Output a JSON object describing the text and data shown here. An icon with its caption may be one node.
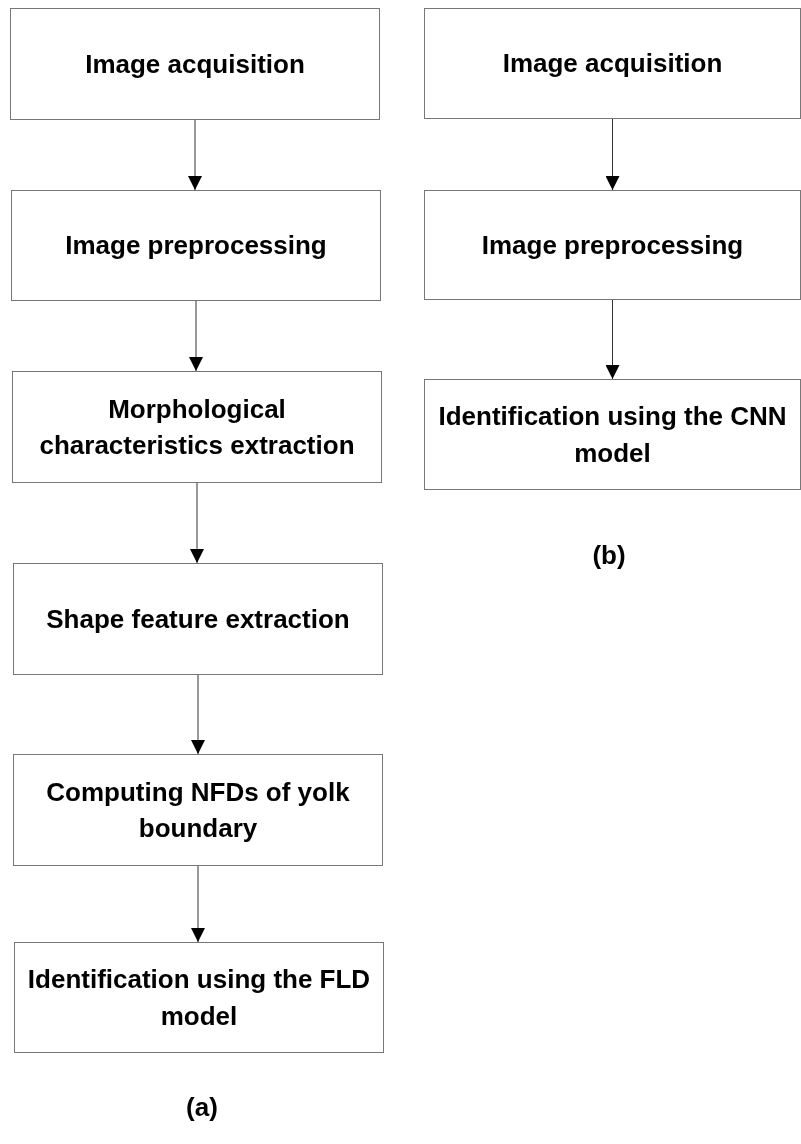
{
  "diagram": {
    "nodes": [
      {
        "text": [
          "Image acquisition"
        ]
      },
      {
        "text": [
          "Image preprocessing"
        ]
      },
      {
        "text": [
          "Morphological characteristics extraction"
        ]
      },
      {
        "text": [
          "Shape feature extraction"
        ]
      },
      {
        "text": [
          "Computing NFDs of yolk boundary"
        ]
      },
      {
        "text": [
          "Identification using the FLD model"
        ]
      },
      {
        "text": [
          "Image acquisition"
        ]
      },
      {
        "text": [
          "Image preprocessing"
        ]
      },
      {
        "text": [
          "Identification using the CNN model"
        ]
      }
    ],
    "edges": [
      {
        "from": 0,
        "to": 1,
        "arrow": "to"
      },
      {
        "from": 1,
        "to": 2,
        "arrow": "to"
      },
      {
        "from": 2,
        "to": 3,
        "arrow": "to"
      },
      {
        "from": 3,
        "to": 4,
        "arrow": "to"
      },
      {
        "from": 4,
        "to": 5,
        "arrow": "to"
      },
      {
        "from": 6,
        "to": 7,
        "arrow": "to"
      },
      {
        "from": 7,
        "to": 8,
        "arrow": "to"
      }
    ],
    "labels": [
      "(b)",
      "(a)"
    ]
  }
}
